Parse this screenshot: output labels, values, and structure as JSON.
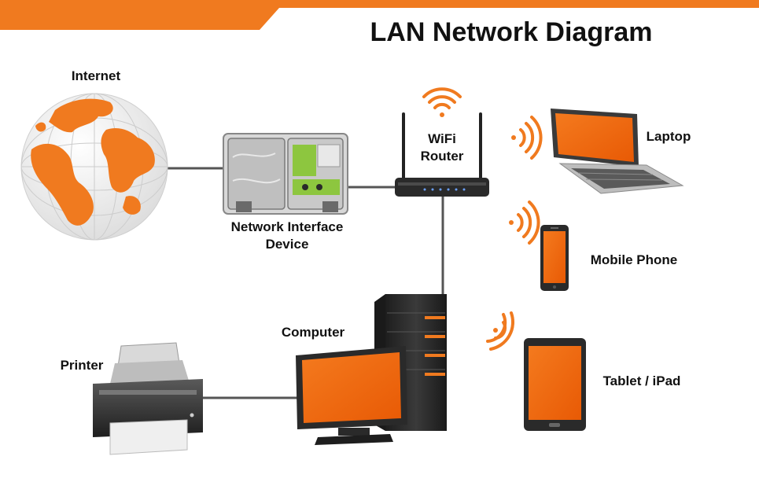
{
  "title": "LAN Network Diagram",
  "colors": {
    "accent": "#F07A1F",
    "dark": "#2A2A2A",
    "cable": "#555555",
    "screen_orange": "#F26A10"
  },
  "nodes": {
    "internet": {
      "label": "Internet",
      "icon": "globe-icon"
    },
    "nid": {
      "label_line1": "Network Interface",
      "label_line2": "Device",
      "icon": "network-interface-device-icon"
    },
    "router": {
      "label_line1": "WiFi",
      "label_line2": "Router",
      "icon": "wifi-router-icon"
    },
    "laptop": {
      "label": "Laptop",
      "icon": "laptop-icon"
    },
    "phone": {
      "label": "Mobile Phone",
      "icon": "mobile-phone-icon"
    },
    "tablet": {
      "label": "Tablet / iPad",
      "icon": "tablet-icon"
    },
    "computer": {
      "label": "Computer",
      "icon": "computer-icon"
    },
    "printer": {
      "label": "Printer",
      "icon": "printer-icon"
    }
  }
}
